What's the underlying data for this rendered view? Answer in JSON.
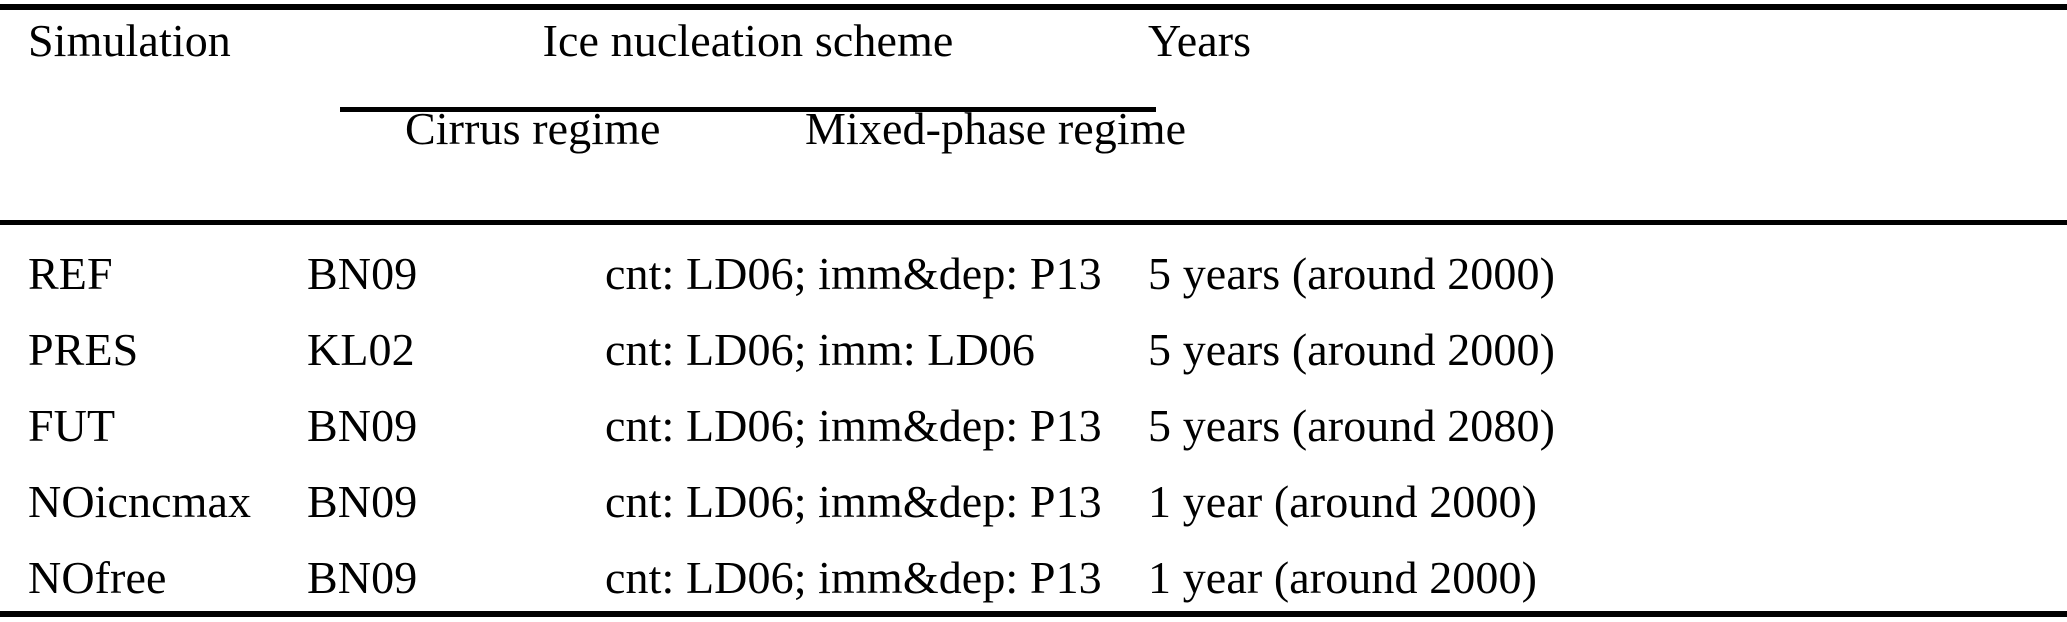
{
  "table": {
    "header": {
      "simulation": "Simulation",
      "scheme_group": "Ice nucleation scheme",
      "years": "Years",
      "subheaders": {
        "cirrus": "Cirrus regime",
        "mixed": "Mixed-phase regime"
      }
    },
    "rows": [
      {
        "simulation": "REF",
        "cirrus": "BN09",
        "mixed": "cnt: LD06; imm&dep: P13",
        "years": "5 years (around 2000)"
      },
      {
        "simulation": "PRES",
        "cirrus": "KL02",
        "mixed": "cnt: LD06; imm: LD06",
        "years": "5 years (around 2000)"
      },
      {
        "simulation": "FUT",
        "cirrus": "BN09",
        "mixed": "cnt: LD06; imm&dep: P13",
        "years": "5 years (around 2080)"
      },
      {
        "simulation": "NOicncmax",
        "cirrus": "BN09",
        "mixed": "cnt: LD06; imm&dep: P13",
        "years": "1 year (around 2000)"
      },
      {
        "simulation": "NOfree",
        "cirrus": "BN09",
        "mixed": "cnt: LD06; imm&dep: P13",
        "years": "1 year (around 2000)"
      }
    ]
  },
  "colors": {
    "rule": "#000000",
    "text": "#000000",
    "background": "#ffffff"
  }
}
